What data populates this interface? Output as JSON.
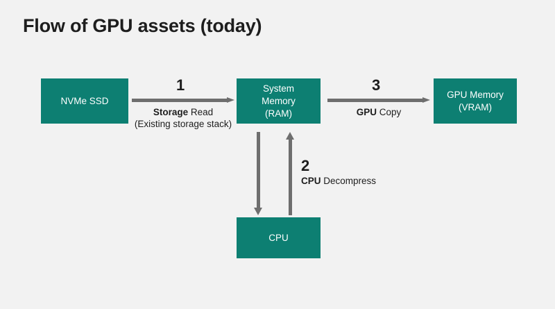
{
  "slide": {
    "title": "Flow of GPU assets (today)",
    "background_color": "#f2f2f2",
    "node_color": "#0d7f72",
    "arrow_color": "#6e6e6e",
    "text_color": "#1d1d1d"
  },
  "nodes": [
    {
      "id": "nvme",
      "label_line1": "NVMe SSD",
      "label_line2": ""
    },
    {
      "id": "ram",
      "label_line1": "System",
      "label_line2": "Memory",
      "label_line3": "(RAM)"
    },
    {
      "id": "vram",
      "label_line1": "GPU Memory",
      "label_line2": "(VRAM)"
    },
    {
      "id": "cpu",
      "label_line1": "CPU",
      "label_line2": ""
    }
  ],
  "steps": [
    {
      "number": "1",
      "emphasis": "Storage",
      "rest": " Read",
      "sub": "(Existing storage stack)",
      "from": "NVMe SSD",
      "to": "System Memory (RAM)",
      "direction": "right"
    },
    {
      "number": "2",
      "emphasis": "CPU",
      "rest": " Decompress",
      "sub": "",
      "from": "System Memory (RAM)",
      "to": "CPU",
      "direction": "down-and-up"
    },
    {
      "number": "3",
      "emphasis": "GPU",
      "rest": " Copy",
      "sub": "",
      "from": "System Memory (RAM)",
      "to": "GPU Memory (VRAM)",
      "direction": "right"
    }
  ]
}
